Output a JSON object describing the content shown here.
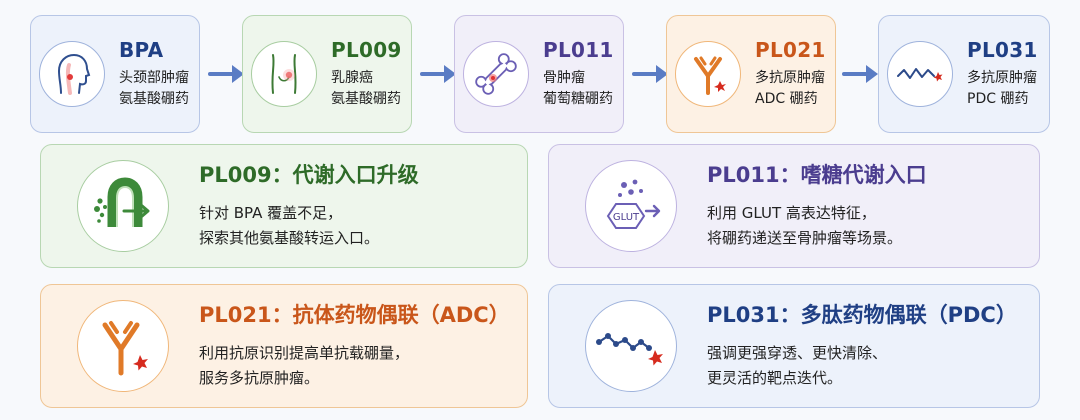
{
  "flow": {
    "steps": [
      {
        "code": "BPA",
        "line1": "头颈部肿瘤",
        "line2": "氨基酸硼药",
        "icon": "head-neck-icon",
        "color": "#1f3f84"
      },
      {
        "code": "PL009",
        "line1": "乳腺癌",
        "line2": "氨基酸硼药",
        "icon": "breast-torso-icon",
        "color": "#2e6b28"
      },
      {
        "code": "PL011",
        "line1": "骨肿瘤",
        "line2": "葡萄糖硼药",
        "icon": "bone-icon",
        "color": "#4b3d8f"
      },
      {
        "code": "PL021",
        "line1": "多抗原肿瘤",
        "line2": "ADC 硼药",
        "icon": "antibody-icon",
        "color": "#c9561a"
      },
      {
        "code": "PL031",
        "line1": "多抗原肿瘤",
        "line2": "PDC 硼药",
        "icon": "peptide-chain-icon",
        "color": "#1f3f84"
      }
    ]
  },
  "cards": {
    "pl009": {
      "title": "PL009：代谢入口升级",
      "line1": "针对 BPA 覆盖不足，",
      "line2": "探索其他氨基酸转运入口。",
      "icon": "transporter-gate-icon"
    },
    "pl011": {
      "title": "PL011：嗜糖代谢入口",
      "line1": "利用 GLUT 高表达特征，",
      "line2": "将硼药递送至骨肿瘤等场景。",
      "icon": "glut-transporter-icon",
      "glut_label": "GLUT"
    },
    "pl021": {
      "title": "PL021：抗体药物偶联（ADC）",
      "line1": "利用抗原识别提高单抗载硼量，",
      "line2": "服务多抗原肿瘤。",
      "icon": "antibody-icon"
    },
    "pl031": {
      "title": "PL031：多肽药物偶联（PDC）",
      "line1": "强调更强穿透、更快清除、",
      "line2": "更灵活的靶点迭代。",
      "icon": "peptide-chain-icon"
    }
  },
  "colors": {
    "blue": "#1f3f84",
    "green": "#2e6b28",
    "purple": "#4b3d8f",
    "orange": "#c9561a",
    "arrow": "#5a7cc4",
    "accent_red": "#d62b1e"
  }
}
